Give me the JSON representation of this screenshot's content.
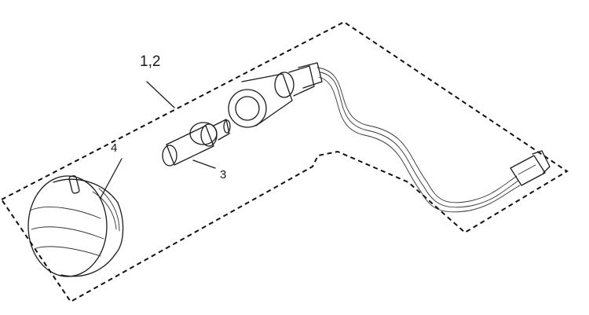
{
  "diagram": {
    "callouts": {
      "assembly": "1,2",
      "bulb": "3",
      "lens": "4"
    }
  }
}
